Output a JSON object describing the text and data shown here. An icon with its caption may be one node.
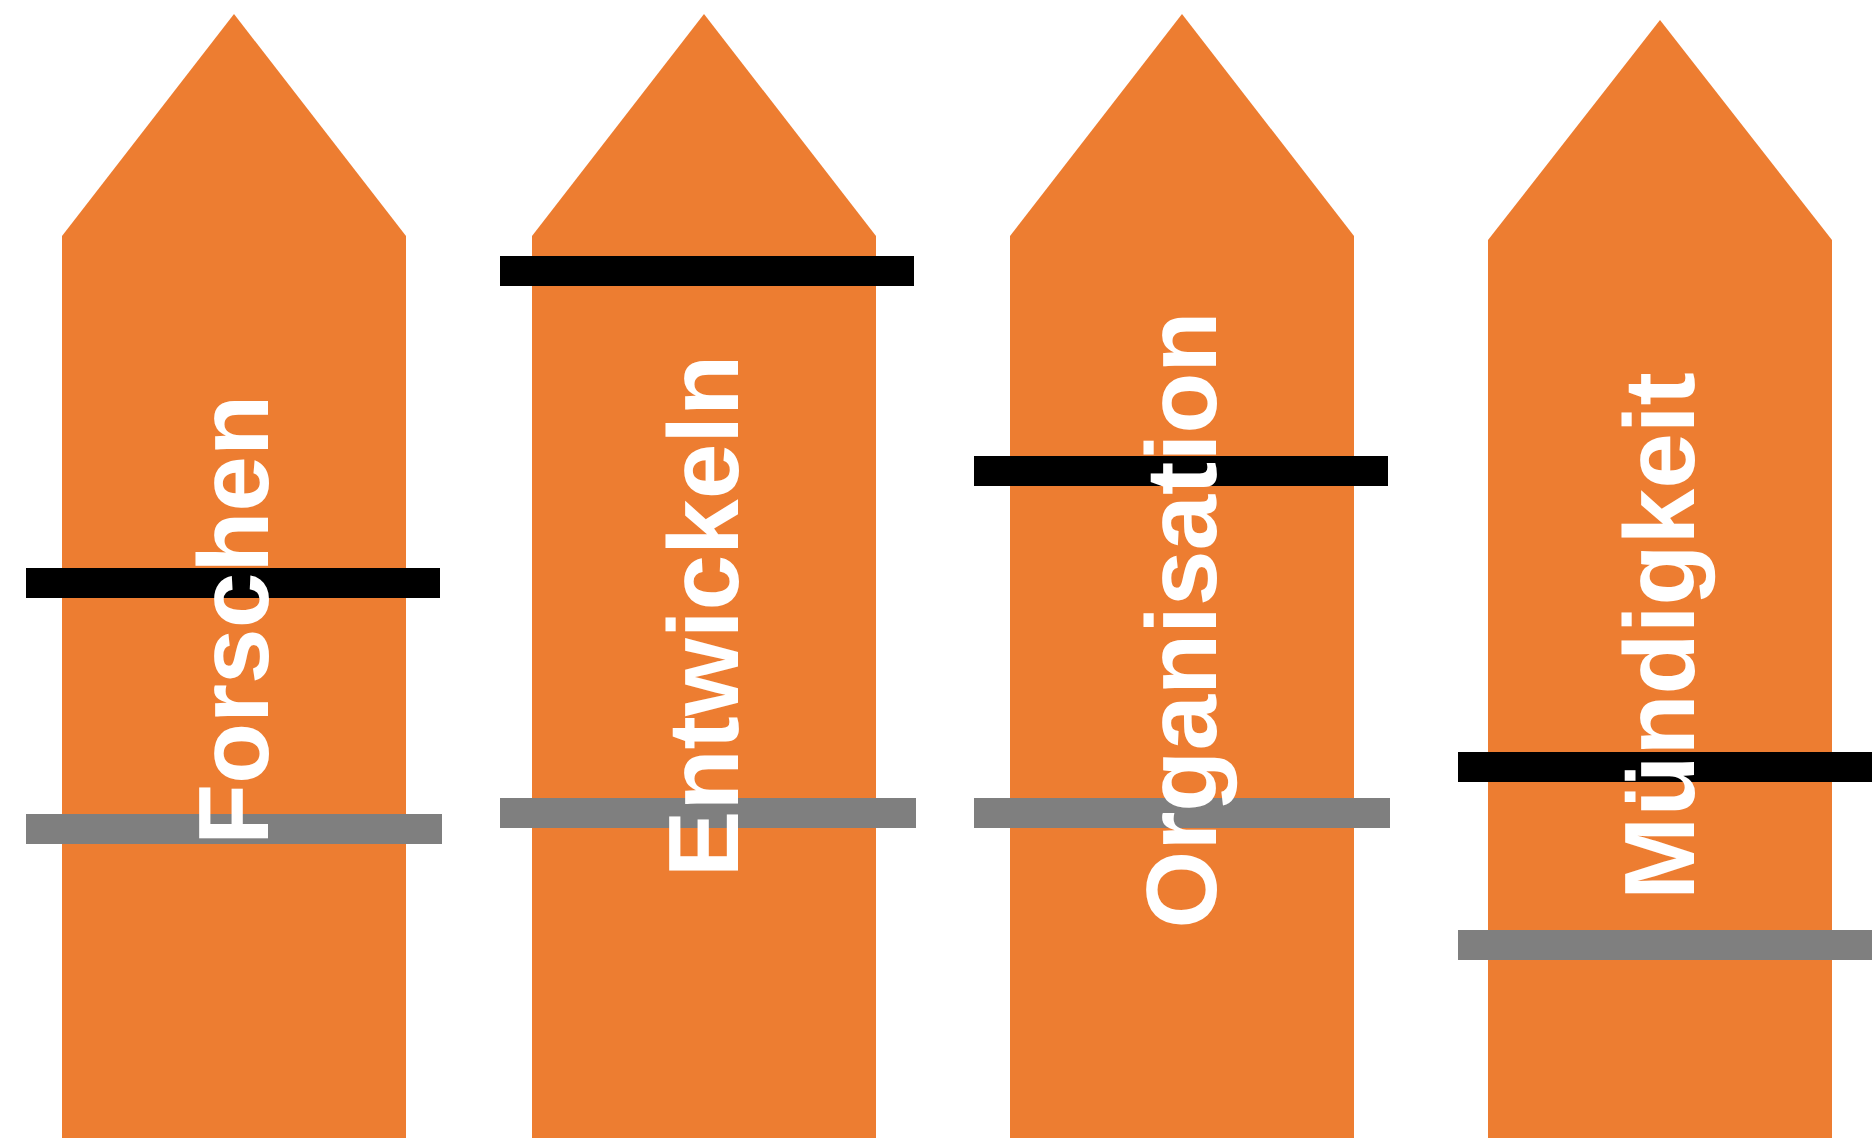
{
  "diagram": {
    "nodes": [
      {
        "text": [
          "Forschen"
        ]
      },
      {
        "text": [
          "Entwickeln"
        ]
      },
      {
        "text": [
          "Organisation"
        ]
      },
      {
        "text": [
          "Mündigkeit"
        ]
      },
      {
        "text": [],
        "shape": "bar"
      },
      {
        "text": [],
        "shape": "bar"
      },
      {
        "text": [],
        "shape": "bar"
      },
      {
        "text": [],
        "shape": "bar"
      },
      {
        "text": [],
        "shape": "bar"
      },
      {
        "text": [],
        "shape": "bar"
      },
      {
        "text": [],
        "shape": "bar"
      },
      {
        "text": [],
        "shape": "bar"
      }
    ]
  }
}
